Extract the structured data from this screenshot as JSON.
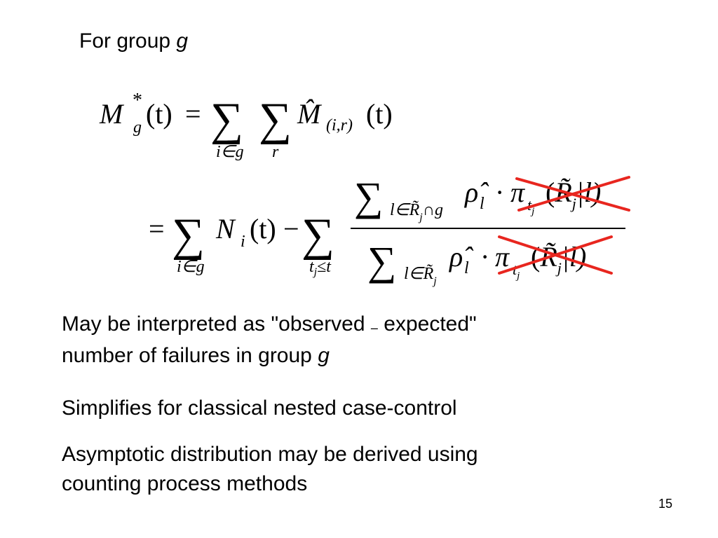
{
  "slide": {
    "heading": {
      "text": "For group",
      "variable": "g"
    },
    "formula": {
      "lhs": {
        "symbol": "M",
        "superscript": "*",
        "subscript": "g",
        "argument": "(t)"
      },
      "equals": "=",
      "minus": "−",
      "sum": "∑",
      "line1": {
        "sum1_index": "i∈g",
        "sum2_index": "r",
        "term": "M̂",
        "term_subscript": "(i,r)",
        "term_argument": "(t)"
      },
      "line2": {
        "sum1_index": "i∈g",
        "first_term": "N",
        "first_term_subscript": "i",
        "first_term_argument": "(t)",
        "sum2_index": "t",
        "sum2_index_sub": "j",
        "sum2_index_rest": "≤t",
        "numerator": {
          "sum_index": "l∈R̃",
          "sum_index_sub": "j",
          "sum_index_rest": "∩g",
          "rho": "ρ̂",
          "rho_subscript": "l",
          "dot": "·",
          "pi": "π",
          "pi_subscript": "t",
          "pi_subscript_sub": "j",
          "pi_argument_open": "(",
          "pi_argument_R": "R̃",
          "pi_argument_R_sub": "j",
          "pi_argument_rest": "|l)"
        },
        "denominator": {
          "sum_index": "l∈R̃",
          "sum_index_sub": "j",
          "rho": "ρ̂",
          "rho_subscript": "l",
          "dot": "·",
          "pi": "π",
          "pi_subscript": "t",
          "pi_subscript_sub": "j",
          "pi_argument_open": "(",
          "pi_argument_R": "R̃",
          "pi_argument_R_sub": "j",
          "pi_argument_rest": "|l)"
        }
      },
      "strike_color": "#e8261f"
    },
    "paragraphs": [
      {
        "line1_before": "May be interpreted as \"observed",
        "line1_minus": "–",
        "line1_after": "expected\"",
        "line2_text": "number of failures in group",
        "line2_variable": "g"
      },
      {
        "text": "Simplifies for classical nested case-control"
      },
      {
        "line1": "Asymptotic distribution may be derived using",
        "line2": "counting process methods"
      }
    ],
    "page_number": "15"
  }
}
